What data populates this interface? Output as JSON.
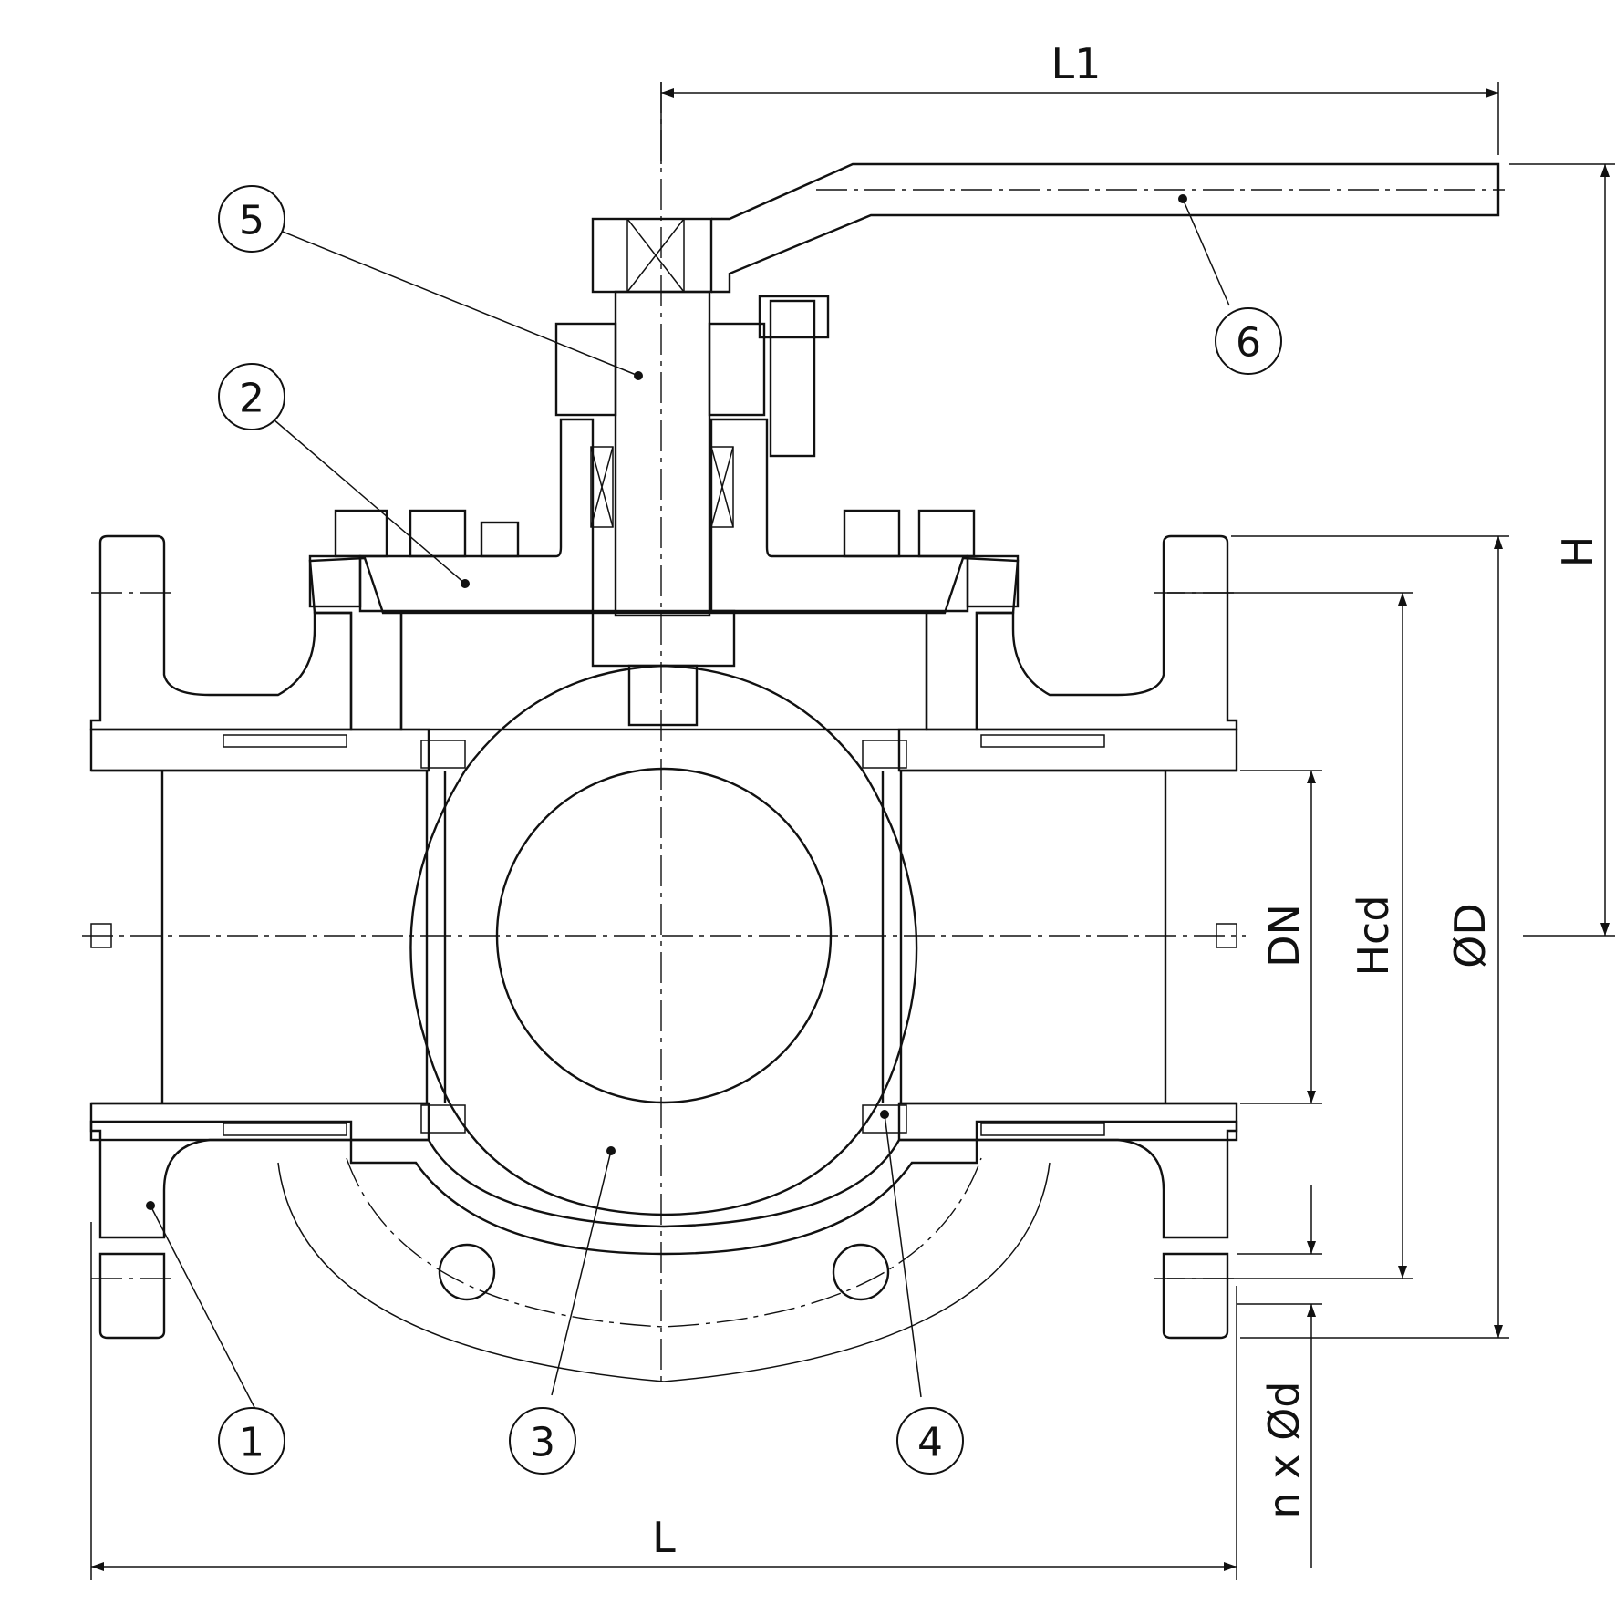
{
  "callouts": [
    {
      "number": "1"
    },
    {
      "number": "2"
    },
    {
      "number": "3"
    },
    {
      "number": "4"
    },
    {
      "number": "5"
    },
    {
      "number": "6"
    }
  ],
  "dimensions": {
    "L": "L",
    "L1": "L1",
    "H": "H",
    "D": "ØD",
    "Hcd": "Hcd",
    "DN": "DN",
    "nxd": "n x Ød"
  }
}
